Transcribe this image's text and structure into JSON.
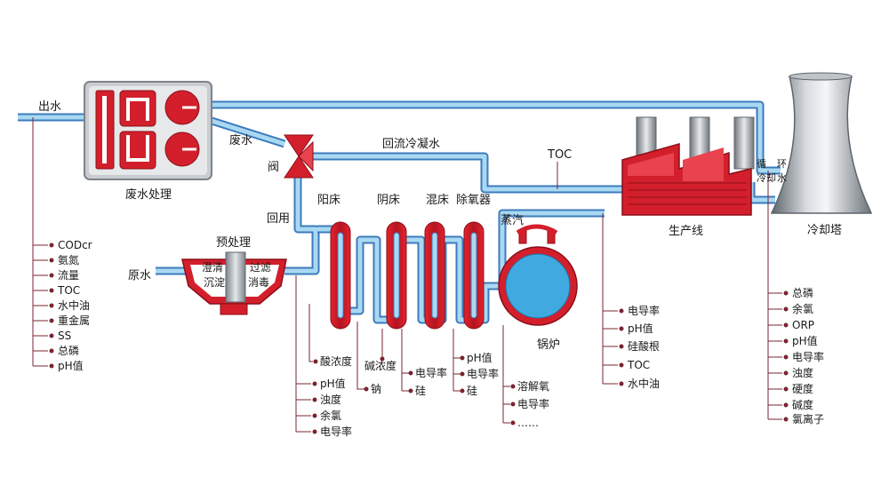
{
  "labels": {
    "outlet": "出水",
    "wastewater_treatment": "废水处理",
    "wastewater": "废水",
    "valve": "阀",
    "return_condensate": "回流冷凝水",
    "reuse": "回用",
    "pretreatment": "预处理",
    "clarify": "澄清",
    "filter": "过滤",
    "sediment": "沉淀",
    "disinfect": "消毒",
    "raw_water": "原水",
    "cation_bed": "阳床",
    "anion_bed": "阴床",
    "mixed_bed": "混床",
    "deaerator": "除氧器",
    "steam": "蒸汽",
    "boiler": "锅炉",
    "production_line": "生产线",
    "toc": "TOC",
    "cooling_tower": "冷却塔",
    "circulating_cooling_water": [
      "循",
      "环",
      "冷",
      "却",
      "水"
    ]
  },
  "probes": {
    "outlet": [
      "CODcr",
      "氨氮",
      "流量",
      "TOC",
      "水中油",
      "重金属",
      "SS",
      "总磷",
      "pH值"
    ],
    "cation_acid": [
      "酸浓度"
    ],
    "cation_sodium": [
      "钠"
    ],
    "pretreat": [
      "pH值",
      "浊度",
      "余氯",
      "电导率"
    ],
    "anion_alkali": [
      "碱浓度"
    ],
    "anion_out": [
      "电导率",
      "硅"
    ],
    "mixed_out": [
      "pH值",
      "电导率",
      "硅"
    ],
    "boiler_feed": [
      "溶解氧",
      "电导率",
      "……"
    ],
    "production": [
      "电导率",
      "pH值",
      "硅酸根",
      "TOC",
      "水中油"
    ],
    "cooling": [
      "总磷",
      "余氯",
      "ORP",
      "pH值",
      "电导率",
      "浊度",
      "硬度",
      "碱度",
      "氯离子"
    ]
  },
  "colors": {
    "pipe_outer": "#3d7bbd",
    "pipe_inner": "#a9d9f2",
    "equipment_red": "#d31f2c",
    "boiler_blue": "#3fa9e0",
    "tower_gray": "#9aa3ad",
    "probe_line": "#7a2430"
  }
}
